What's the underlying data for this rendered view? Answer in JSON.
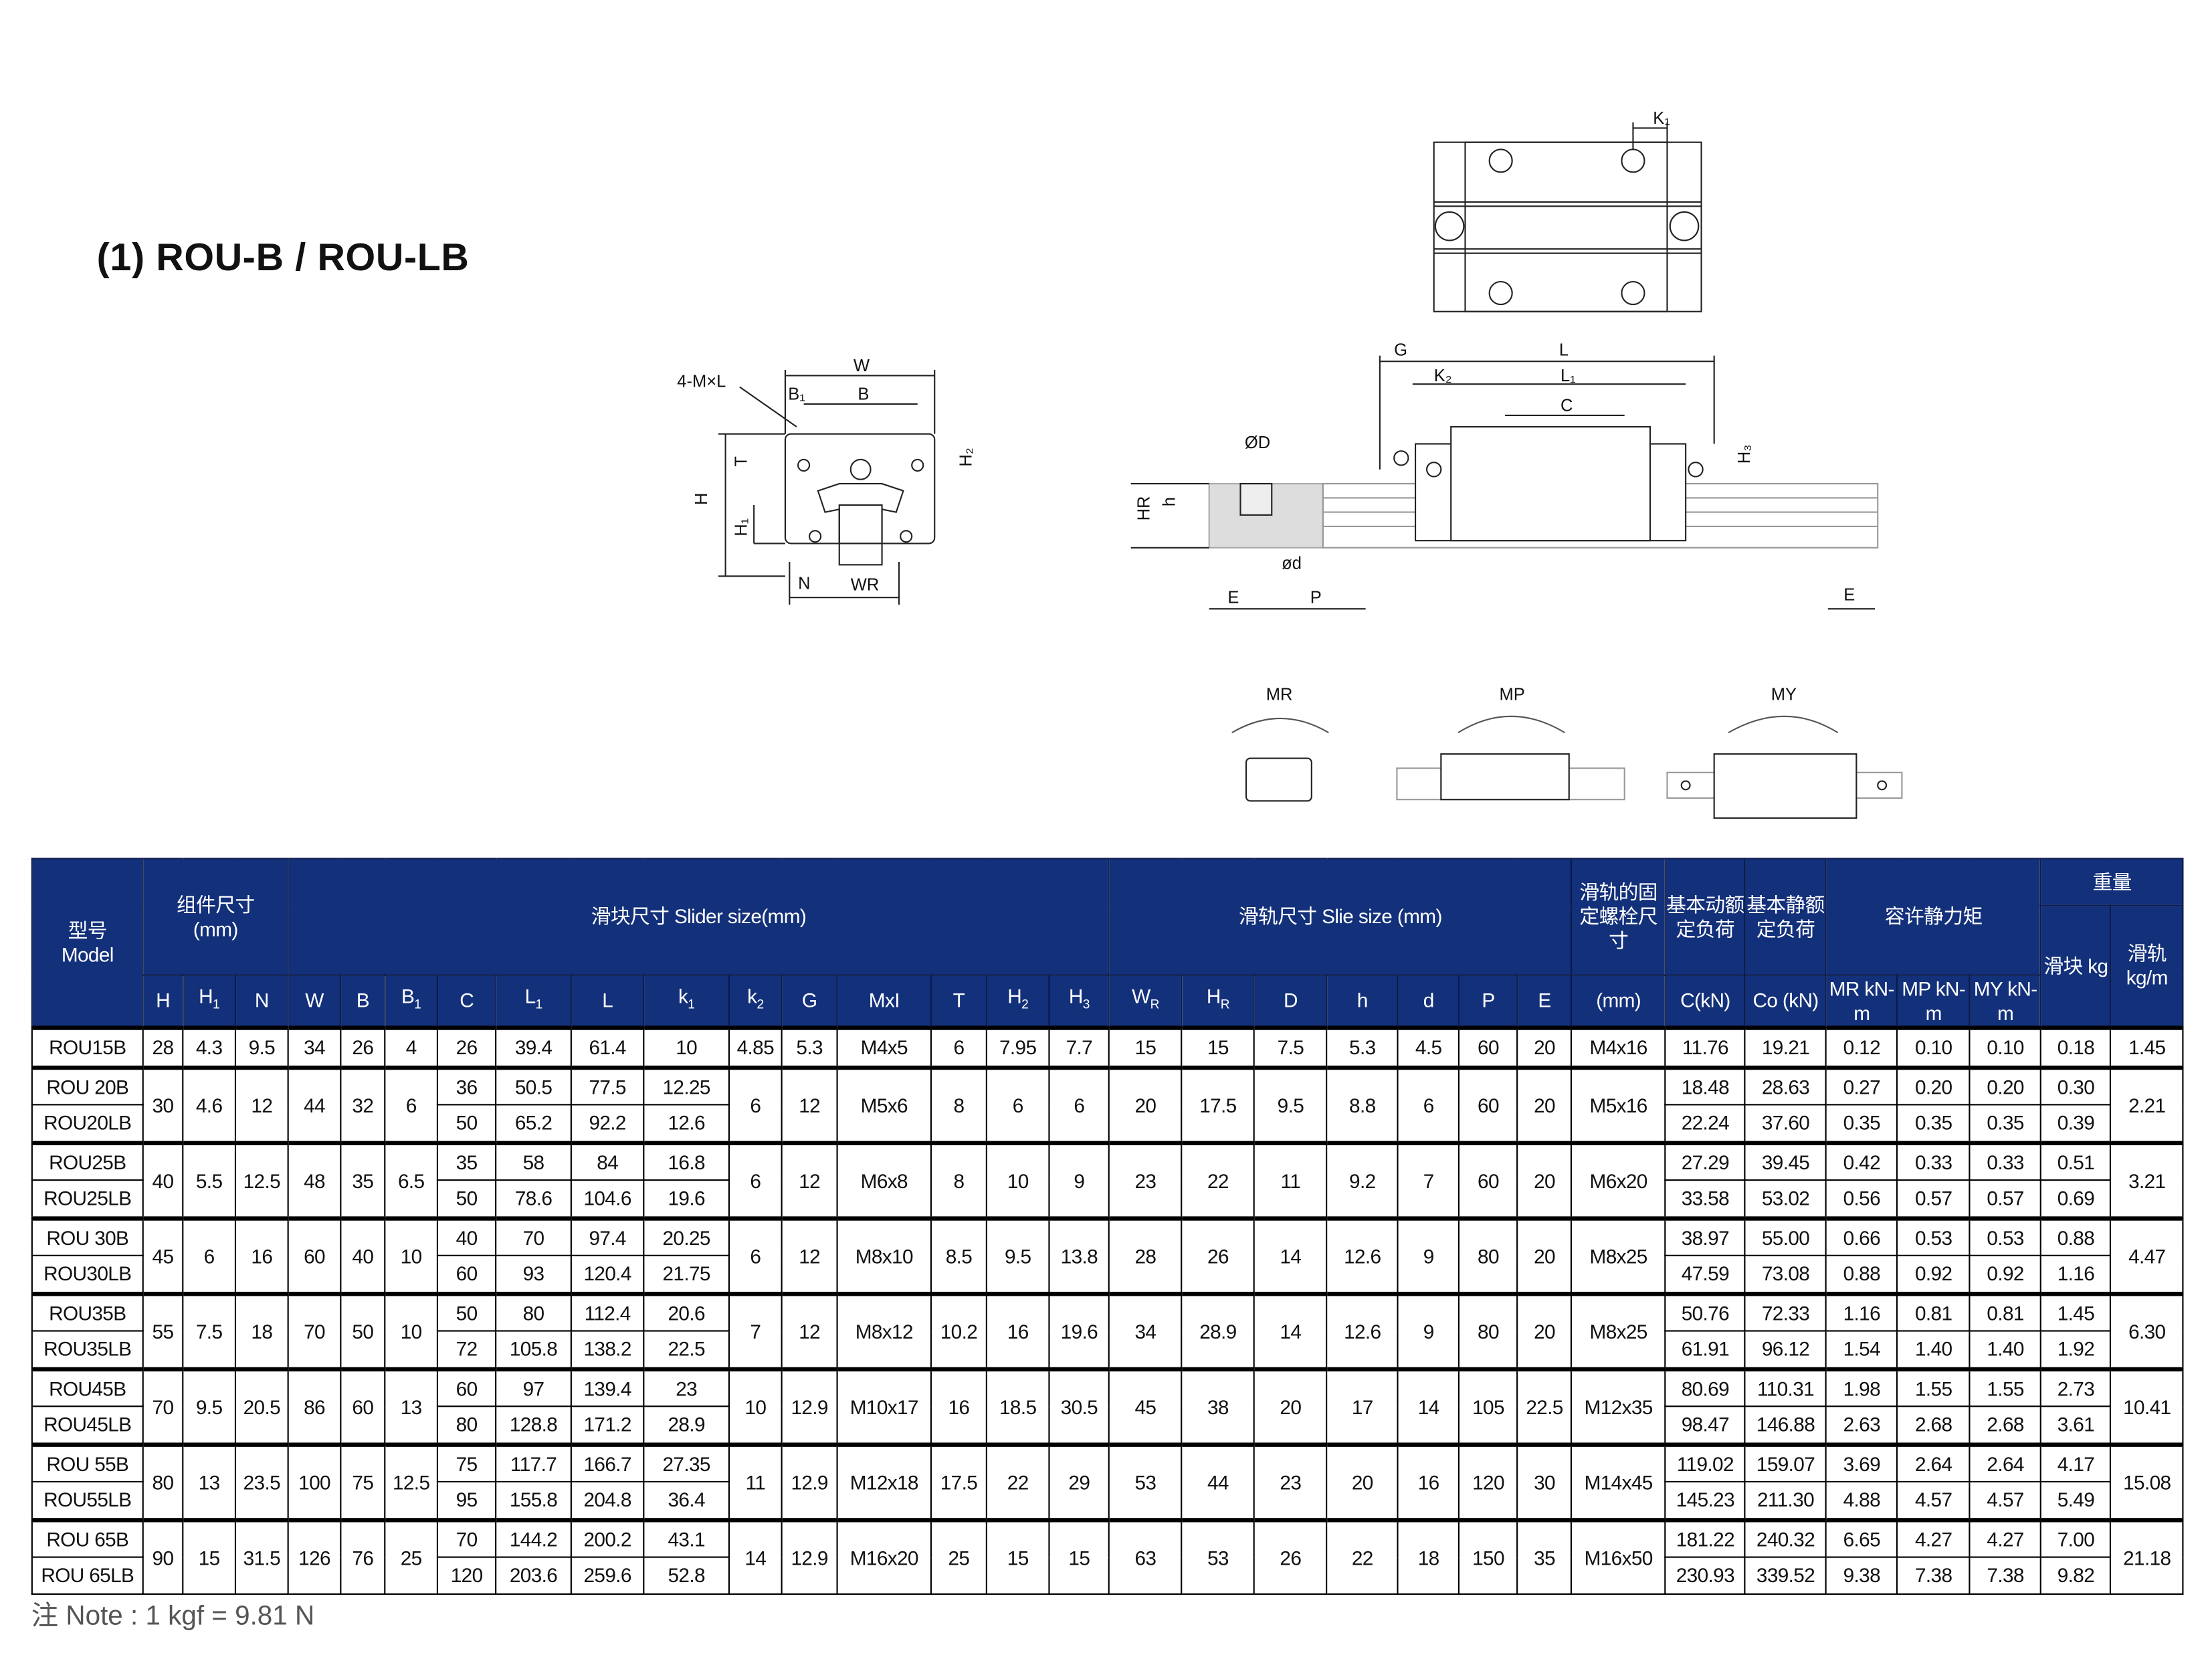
{
  "title": "(1) ROU-B / ROU-LB",
  "diagrams": {
    "top_view": {
      "k1": "K₁"
    },
    "end_view": {
      "mxl": "4-M×L",
      "w": "W",
      "b1": "B₁",
      "b": "B",
      "t": "T",
      "h2": "H₂",
      "h": "H",
      "h1": "H₁",
      "n": "N",
      "wr": "WR"
    },
    "side_view": {
      "g": "G",
      "l": "L",
      "k2": "K₂",
      "l1": "L₁",
      "c": "C",
      "od": "ØD",
      "h3": "H₃",
      "hr": "HR",
      "h": "h",
      "sd": "ød",
      "e_left": "E",
      "p": "P",
      "e_right": "E"
    },
    "moments": {
      "mr": "MR",
      "mp": "MP",
      "my": "MY"
    }
  },
  "table": {
    "header": {
      "model": "型号",
      "model_en": "Model",
      "assembly": "组件尺寸",
      "assembly_unit": "(mm)",
      "slider": "滑块尺寸 Slider size(mm)",
      "rail": "滑轨尺寸 Slie size (mm)",
      "bolt": "滑轨的固定螺栓尺寸",
      "bolt_unit": "(mm)",
      "dyn": "基本动额定负荷",
      "dyn_unit": "C(kN)",
      "stat": "基本静额定负荷",
      "stat_unit": "Co (kN)",
      "moment": "容许静力矩",
      "mr": "MR kN-m",
      "mp": "MP kN-m",
      "my": "MY kN-m",
      "weight": "重量",
      "slider_w": "滑块 kg",
      "rail_w": "滑轨 kg/m",
      "cols": [
        "H",
        "H1",
        "N",
        "W",
        "B",
        "B1",
        "C",
        "L1",
        "L",
        "k1",
        "k2",
        "G",
        "MxI",
        "T",
        "H2",
        "H3",
        "WR",
        "HR",
        "D",
        "h",
        "d",
        "P",
        "E"
      ]
    },
    "groups": [
      {
        "shared": {
          "H": "28",
          "H1": "4.3",
          "N": "9.5",
          "W": "34",
          "B": "26",
          "B1": "4",
          "k2": "4.85",
          "G": "5.3",
          "MxI": "M4x5",
          "T": "6",
          "H2": "7.95",
          "H3": "7.7",
          "WR": "15",
          "HR": "15",
          "D": "7.5",
          "h": "5.3",
          "d": "4.5",
          "P": "60",
          "E": "20",
          "bolt": "M4x16",
          "rail": "1.45"
        },
        "rows": [
          {
            "model": "ROU15B",
            "C": "26",
            "L1": "39.4",
            "L": "61.4",
            "k1": "10",
            "Ckn": "11.76",
            "Co": "19.21",
            "MR": "0.12",
            "MP": "0.10",
            "MY": "0.10",
            "kg": "0.18"
          }
        ]
      },
      {
        "shared": {
          "H": "30",
          "H1": "4.6",
          "N": "12",
          "W": "44",
          "B": "32",
          "B1": "6",
          "k2": "6",
          "G": "12",
          "MxI": "M5x6",
          "T": "8",
          "H2": "6",
          "H3": "6",
          "WR": "20",
          "HR": "17.5",
          "D": "9.5",
          "h": "8.8",
          "d": "6",
          "P": "60",
          "E": "20",
          "bolt": "M5x16",
          "rail": "2.21"
        },
        "rows": [
          {
            "model": "ROU 20B",
            "C": "36",
            "L1": "50.5",
            "L": "77.5",
            "k1": "12.25",
            "Ckn": "18.48",
            "Co": "28.63",
            "MR": "0.27",
            "MP": "0.20",
            "MY": "0.20",
            "kg": "0.30"
          },
          {
            "model": "ROU20LB",
            "C": "50",
            "L1": "65.2",
            "L": "92.2",
            "k1": "12.6",
            "Ckn": "22.24",
            "Co": "37.60",
            "MR": "0.35",
            "MP": "0.35",
            "MY": "0.35",
            "kg": "0.39"
          }
        ]
      },
      {
        "shared": {
          "H": "40",
          "H1": "5.5",
          "N": "12.5",
          "W": "48",
          "B": "35",
          "B1": "6.5",
          "k2": "6",
          "G": "12",
          "MxI": "M6x8",
          "T": "8",
          "H2": "10",
          "H3": "9",
          "WR": "23",
          "HR": "22",
          "D": "11",
          "h": "9.2",
          "d": "7",
          "P": "60",
          "E": "20",
          "bolt": "M6x20",
          "rail": "3.21"
        },
        "rows": [
          {
            "model": "ROU25B",
            "C": "35",
            "L1": "58",
            "L": "84",
            "k1": "16.8",
            "Ckn": "27.29",
            "Co": "39.45",
            "MR": "0.42",
            "MP": "0.33",
            "MY": "0.33",
            "kg": "0.51"
          },
          {
            "model": "ROU25LB",
            "C": "50",
            "L1": "78.6",
            "L": "104.6",
            "k1": "19.6",
            "Ckn": "33.58",
            "Co": "53.02",
            "MR": "0.56",
            "MP": "0.57",
            "MY": "0.57",
            "kg": "0.69"
          }
        ]
      },
      {
        "shared": {
          "H": "45",
          "H1": "6",
          "N": "16",
          "W": "60",
          "B": "40",
          "B1": "10",
          "k2": "6",
          "G": "12",
          "MxI": "M8x10",
          "T": "8.5",
          "H2": "9.5",
          "H3": "13.8",
          "WR": "28",
          "HR": "26",
          "D": "14",
          "h": "12.6",
          "d": "9",
          "P": "80",
          "E": "20",
          "bolt": "M8x25",
          "rail": "4.47"
        },
        "rows": [
          {
            "model": "ROU 30B",
            "C": "40",
            "L1": "70",
            "L": "97.4",
            "k1": "20.25",
            "Ckn": "38.97",
            "Co": "55.00",
            "MR": "0.66",
            "MP": "0.53",
            "MY": "0.53",
            "kg": "0.88"
          },
          {
            "model": "ROU30LB",
            "C": "60",
            "L1": "93",
            "L": "120.4",
            "k1": "21.75",
            "Ckn": "47.59",
            "Co": "73.08",
            "MR": "0.88",
            "MP": "0.92",
            "MY": "0.92",
            "kg": "1.16"
          }
        ]
      },
      {
        "shared": {
          "H": "55",
          "H1": "7.5",
          "N": "18",
          "W": "70",
          "B": "50",
          "B1": "10",
          "k2": "7",
          "G": "12",
          "MxI": "M8x12",
          "T": "10.2",
          "H2": "16",
          "H3": "19.6",
          "WR": "34",
          "HR": "28.9",
          "D": "14",
          "h": "12.6",
          "d": "9",
          "P": "80",
          "E": "20",
          "bolt": "M8x25",
          "rail": "6.30"
        },
        "rows": [
          {
            "model": "ROU35B",
            "C": "50",
            "L1": "80",
            "L": "112.4",
            "k1": "20.6",
            "Ckn": "50.76",
            "Co": "72.33",
            "MR": "1.16",
            "MP": "0.81",
            "MY": "0.81",
            "kg": "1.45"
          },
          {
            "model": "ROU35LB",
            "C": "72",
            "L1": "105.8",
            "L": "138.2",
            "k1": "22.5",
            "Ckn": "61.91",
            "Co": "96.12",
            "MR": "1.54",
            "MP": "1.40",
            "MY": "1.40",
            "kg": "1.92"
          }
        ]
      },
      {
        "shared": {
          "H": "70",
          "H1": "9.5",
          "N": "20.5",
          "W": "86",
          "B": "60",
          "B1": "13",
          "k2": "10",
          "G": "12.9",
          "MxI": "M10x17",
          "T": "16",
          "H2": "18.5",
          "H3": "30.5",
          "WR": "45",
          "HR": "38",
          "D": "20",
          "h": "17",
          "d": "14",
          "P": "105",
          "E": "22.5",
          "bolt": "M12x35",
          "rail": "10.41"
        },
        "rows": [
          {
            "model": "ROU45B",
            "C": "60",
            "L1": "97",
            "L": "139.4",
            "k1": "23",
            "Ckn": "80.69",
            "Co": "110.31",
            "MR": "1.98",
            "MP": "1.55",
            "MY": "1.55",
            "kg": "2.73"
          },
          {
            "model": "ROU45LB",
            "C": "80",
            "L1": "128.8",
            "L": "171.2",
            "k1": "28.9",
            "Ckn": "98.47",
            "Co": "146.88",
            "MR": "2.63",
            "MP": "2.68",
            "MY": "2.68",
            "kg": "3.61"
          }
        ]
      },
      {
        "shared": {
          "H": "80",
          "H1": "13",
          "N": "23.5",
          "W": "100",
          "B": "75",
          "B1": "12.5",
          "k2": "11",
          "G": "12.9",
          "MxI": "M12x18",
          "T": "17.5",
          "H2": "22",
          "H3": "29",
          "WR": "53",
          "HR": "44",
          "D": "23",
          "h": "20",
          "d": "16",
          "P": "120",
          "E": "30",
          "bolt": "M14x45",
          "rail": "15.08"
        },
        "rows": [
          {
            "model": "ROU 55B",
            "C": "75",
            "L1": "117.7",
            "L": "166.7",
            "k1": "27.35",
            "Ckn": "119.02",
            "Co": "159.07",
            "MR": "3.69",
            "MP": "2.64",
            "MY": "2.64",
            "kg": "4.17"
          },
          {
            "model": "ROU55LB",
            "C": "95",
            "L1": "155.8",
            "L": "204.8",
            "k1": "36.4",
            "Ckn": "145.23",
            "Co": "211.30",
            "MR": "4.88",
            "MP": "4.57",
            "MY": "4.57",
            "kg": "5.49"
          }
        ]
      },
      {
        "shared": {
          "H": "90",
          "H1": "15",
          "N": "31.5",
          "W": "126",
          "B": "76",
          "B1": "25",
          "k2": "14",
          "G": "12.9",
          "MxI": "M16x20",
          "T": "25",
          "H2": "15",
          "H3": "15",
          "WR": "63",
          "HR": "53",
          "D": "26",
          "h": "22",
          "d": "18",
          "P": "150",
          "E": "35",
          "bolt": "M16x50",
          "rail": "21.18"
        },
        "rows": [
          {
            "model": "ROU 65B",
            "C": "70",
            "L1": "144.2",
            "L": "200.2",
            "k1": "43.1",
            "Ckn": "181.22",
            "Co": "240.32",
            "MR": "6.65",
            "MP": "4.27",
            "MY": "4.27",
            "kg": "7.00"
          },
          {
            "model": "ROU 65LB",
            "C": "120",
            "L1": "203.6",
            "L": "259.6",
            "k1": "52.8",
            "Ckn": "230.93",
            "Co": "339.52",
            "MR": "9.38",
            "MP": "7.38",
            "MY": "7.38",
            "kg": "9.82"
          }
        ]
      }
    ]
  },
  "note": "注 Note : 1 kgf = 9.81 N"
}
